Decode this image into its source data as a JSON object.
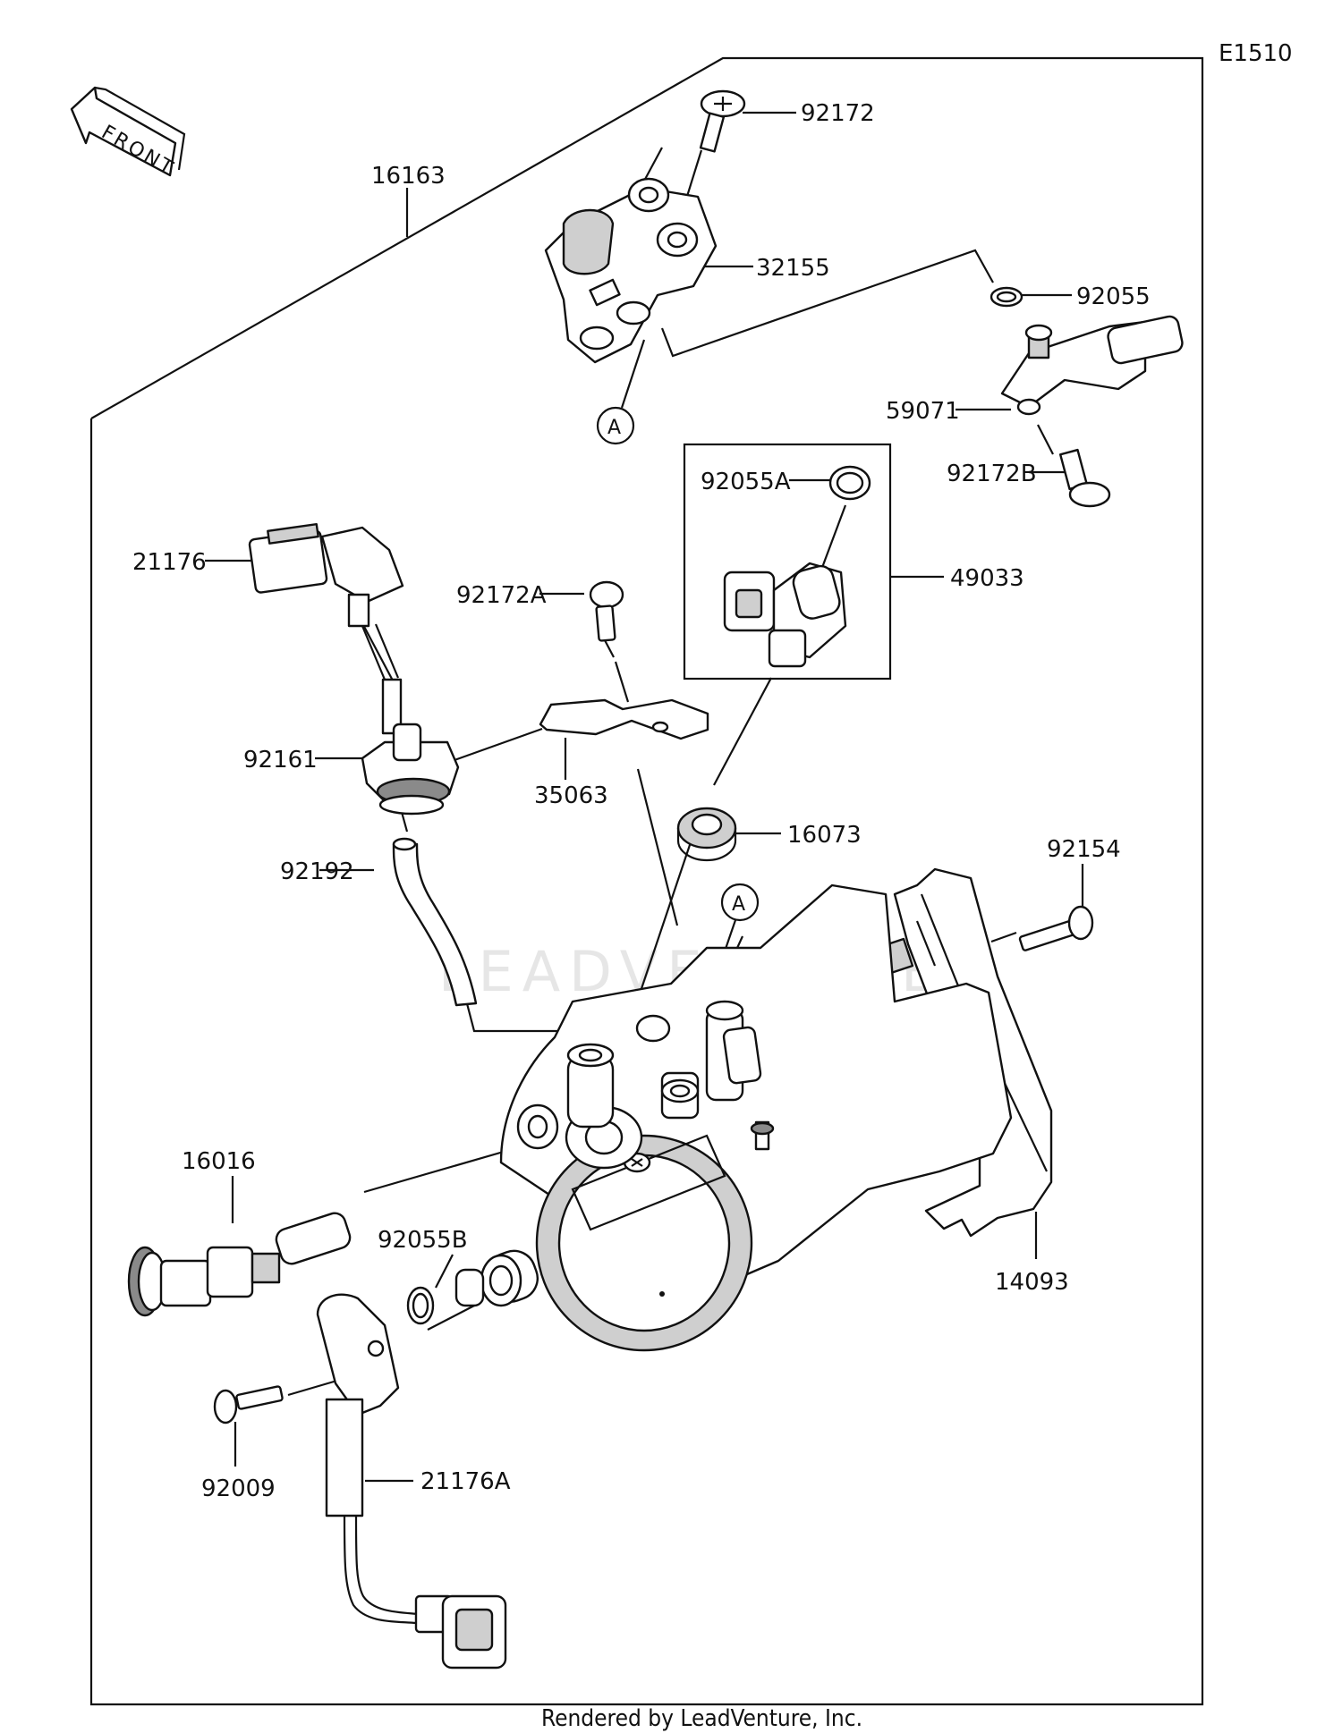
{
  "diagram_code": "E1510",
  "front_label": "FRONT",
  "watermark": "LEADVENTURE",
  "footer": "Rendered by LeadVenture, Inc.",
  "callout_ref": "A",
  "parts": {
    "p16163": "16163",
    "p92172": "92172",
    "p32155": "32155",
    "p92055": "92055",
    "p59071": "59071",
    "p92172B": "92172B",
    "p92055A": "92055A",
    "p49033": "49033",
    "p21176": "21176",
    "p92172A": "92172A",
    "p92161": "92161",
    "p35063": "35063",
    "p16073": "16073",
    "p92192": "92192",
    "p92154": "92154",
    "p16016": "16016",
    "p92055B": "92055B",
    "p14093": "14093",
    "p92009": "92009",
    "p21176A": "21176A"
  }
}
